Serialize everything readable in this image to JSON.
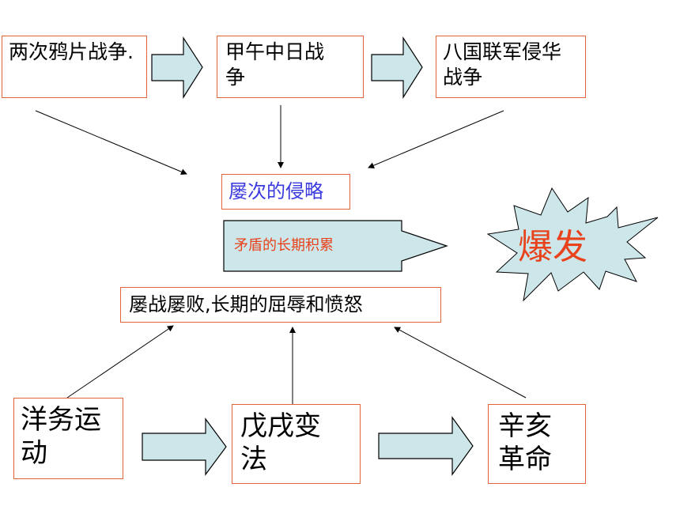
{
  "wars": {
    "opium": "两次鸦片战争.",
    "sino_japanese": "甲午中日战争",
    "eight_nation": "八国联军侵华战争"
  },
  "aggression": "屡次的侵略",
  "contradiction": "矛盾的长期积累",
  "eruption": "爆发",
  "humiliation": "屡战屡败,长期的屈辱和愤怒",
  "movements": {
    "westernization": "洋务运动",
    "reform": "戊戌变法",
    "revolution": "辛亥革命"
  },
  "colors": {
    "box_border": "#e0643a",
    "block_arrow_fill": "#cde6ea",
    "aggression_text": "#3a3adf",
    "contradiction_text": "#e8431c",
    "eruption_text": "#e8431c",
    "burst_fill": "#cde6ea"
  }
}
